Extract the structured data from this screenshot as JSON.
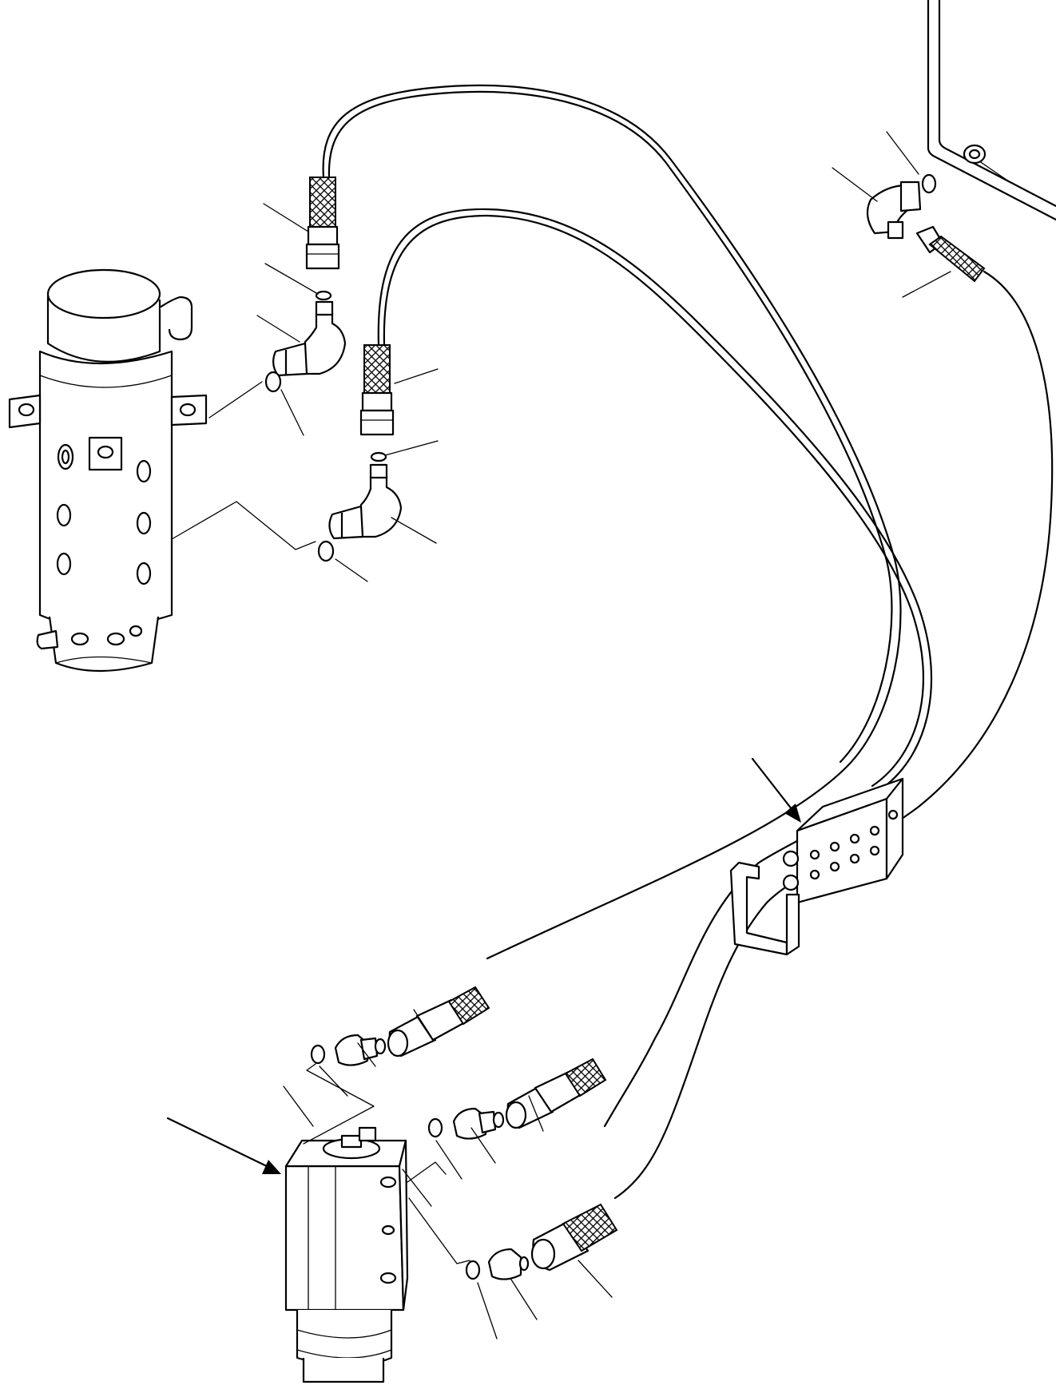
{
  "drawing": {
    "colors": {
      "line": "#000000",
      "background": "#ffffff"
    },
    "components": [
      "swivel-joint",
      "steering-unit",
      "hose-bracket",
      "hydraulic-hose",
      "elbow-fitting",
      "straight-adapter",
      "o-ring"
    ]
  }
}
